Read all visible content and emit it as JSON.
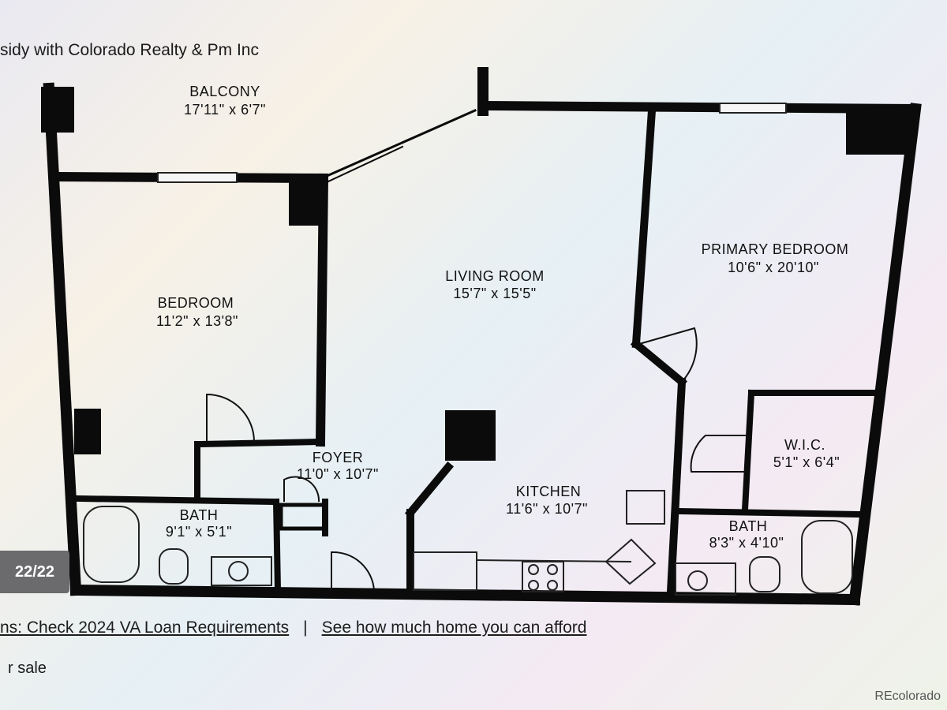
{
  "listing": {
    "agent_text": "sidy with Colorado Realty & Pm Inc",
    "photo_counter": "22/22",
    "links": {
      "va_loan": "ns: Check 2024 VA Loan Requirements",
      "separator": "|",
      "afford": "See how much home you can afford"
    },
    "for_sale": "r sale",
    "price_partial": "",
    "source": "REcolorado"
  },
  "floorplan": {
    "rooms": [
      {
        "name": "BALCONY",
        "dims": "17'11\" x 6'7\""
      },
      {
        "name": "BEDROOM",
        "dims": "11'2\" x 13'8\""
      },
      {
        "name": "LIVING ROOM",
        "dims": "15'7\" x 15'5\""
      },
      {
        "name": "PRIMARY BEDROOM",
        "dims": "10'6\" x 20'10\""
      },
      {
        "name": "FOYER",
        "dims": "11'0\" x 10'7\""
      },
      {
        "name": "KITCHEN",
        "dims": "11'6\" x 10'7\""
      },
      {
        "name": "W.I.C.",
        "dims": "5'1\" x 6'4\""
      },
      {
        "name": "BATH",
        "dims": "9'1\" x 5'1\""
      },
      {
        "name": "BATH",
        "dims": "8'3\" x 4'10\""
      }
    ]
  },
  "colors": {
    "wall": "#0b0b0b",
    "fixture": "#222222",
    "counter_bg": "#6b6b6e"
  }
}
